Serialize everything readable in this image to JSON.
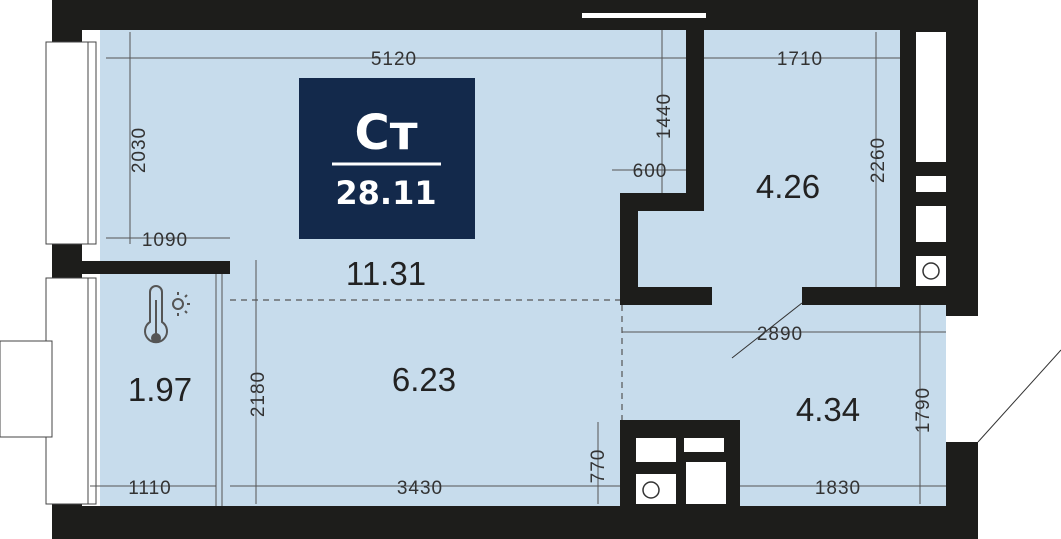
{
  "badge": {
    "type": "Ст",
    "total_area": "28.11",
    "bg_color": "#13294b"
  },
  "areas": {
    "living": "11.31",
    "kitchen": "6.23",
    "bathroom": "4.26",
    "hallway": "4.34",
    "loggia": "1.97"
  },
  "dimensions": {
    "top_width": "5120",
    "top_right_width": "1710",
    "left_height": "2030",
    "left_small": "1090",
    "partition_height": "1440",
    "partition_offset": "600",
    "bath_height": "2260",
    "hall_width": "2890",
    "hall_height": "1790",
    "kitchen_height": "2180",
    "bottom_left": "1110",
    "bottom_mid": "3430",
    "bottom_small": "770",
    "bottom_right": "1830"
  },
  "icons": {
    "loggia": "thermometer-sun-icon"
  },
  "colors": {
    "room": "#c7dcec",
    "wall": "#1d1d1b"
  }
}
